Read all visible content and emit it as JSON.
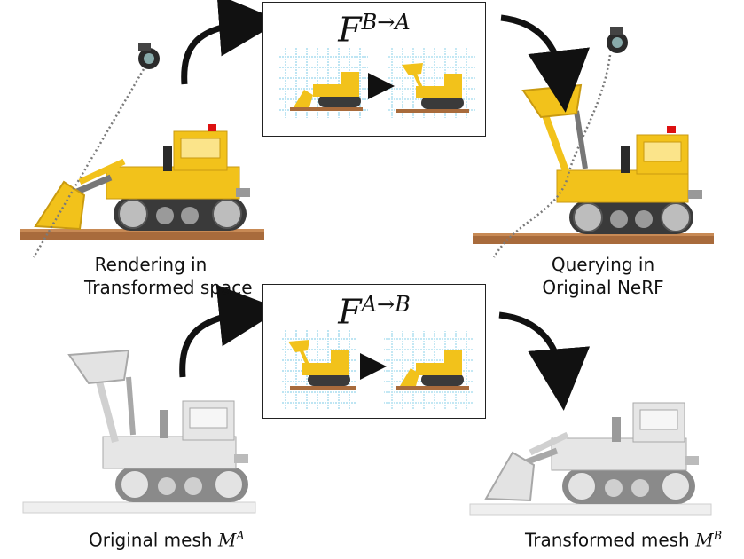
{
  "captions": {
    "render_line1": "Rendering in",
    "render_line2": "Transformed space",
    "query_line1": "Querying in",
    "query_line2": "Original NeRF",
    "mesh_a_text": "Original mesh ",
    "mesh_a_sym": "M",
    "mesh_a_sup": "A",
    "mesh_b_text": "Transformed mesh ",
    "mesh_b_sym": "M",
    "mesh_b_sup": "B"
  },
  "boxes": {
    "top_sym": "F",
    "top_sup": "B→A",
    "bottom_sym": "F",
    "bottom_sup": "A→B"
  },
  "colors": {
    "yellow": "#f2c21b",
    "yellow_dark": "#c99a10",
    "gray": "#d9d9d9",
    "gray_dark": "#a8a8a8",
    "base_brown": "#a86b3c",
    "grid_blue": "#8fd3ea",
    "arrow": "#111111"
  }
}
